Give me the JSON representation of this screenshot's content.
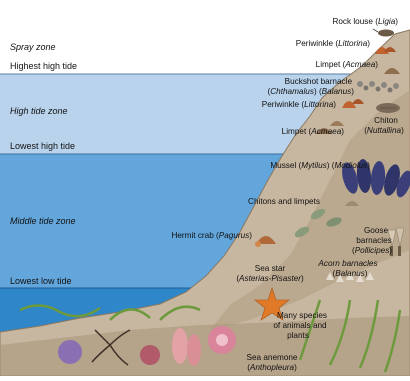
{
  "zones": {
    "spray": "Spray zone",
    "high_tide": "High tide zone",
    "middle_tide": "Middle tide zone"
  },
  "tide_levels": {
    "highest_high": "Highest high tide",
    "lowest_high": "Lowest high tide",
    "lowest_low": "Lowest low tide"
  },
  "organisms": {
    "rock_louse": {
      "common": "Rock louse (",
      "genus": "Ligia",
      "close": ")"
    },
    "periwinkle_top": {
      "common": "Periwinkle (",
      "genus": "Littorina",
      "close": ")"
    },
    "limpet_top": {
      "common": "Limpet (",
      "genus": "Acmaea",
      "close": ")"
    },
    "buckshot_barnacle": {
      "line1": "Buckshot barnacle",
      "open": "(",
      "genus1": "Chthamalus",
      "mid": ") (",
      "genus2": "Balanus",
      "close": ")"
    },
    "periwinkle_mid": {
      "common": "Periwinkle (",
      "genus": "Littorina",
      "close": ")"
    },
    "chiton": {
      "line1": "Chiton",
      "open": "(",
      "genus": "Nuttallina",
      "close": ")"
    },
    "limpet_mid": {
      "common": "Limpet (",
      "genus": "Acmaea",
      "close": ")"
    },
    "mussel": {
      "common": "Mussel (",
      "genus1": "Mytilus",
      "mid": ") (",
      "genus2": "Modiolus",
      "close": ")"
    },
    "chitons_limpets": "Chitons and limpets",
    "goose_barnacles": {
      "line1": "Goose",
      "line2": "barnacles",
      "open": "(",
      "genus": "Pollicipes",
      "close": ")"
    },
    "hermit_crab": {
      "common": "Hermit crab (",
      "genus": "Pagurus",
      "close": ")"
    },
    "acorn_barnacles": {
      "line1": "Acorn barnacles",
      "open": "(",
      "genus": "Balanus",
      "close": ")"
    },
    "sea_star": {
      "line1": "Sea star",
      "open": "(",
      "genus": "Asterias-Pisaster",
      "close": ")"
    },
    "many_species": {
      "line1": "Many species",
      "line2": "of animals and",
      "line3": "plants"
    },
    "sea_anemone": {
      "line1": "Sea anemone",
      "open": "(",
      "genus": "Anthopleura",
      "close": ")"
    }
  },
  "colors": {
    "sky": "#ffffff",
    "high_zone": "#b9d3ec",
    "middle_zone": "#63a6dc",
    "low_zone": "#2f86c9",
    "rock": "#c8b7a0",
    "rock_shade": "#9d8a72",
    "mussel": "#3a3f7a",
    "sea_star": "#e07a26",
    "anemone": "#d9849a",
    "algae": "#6c9a3c"
  }
}
